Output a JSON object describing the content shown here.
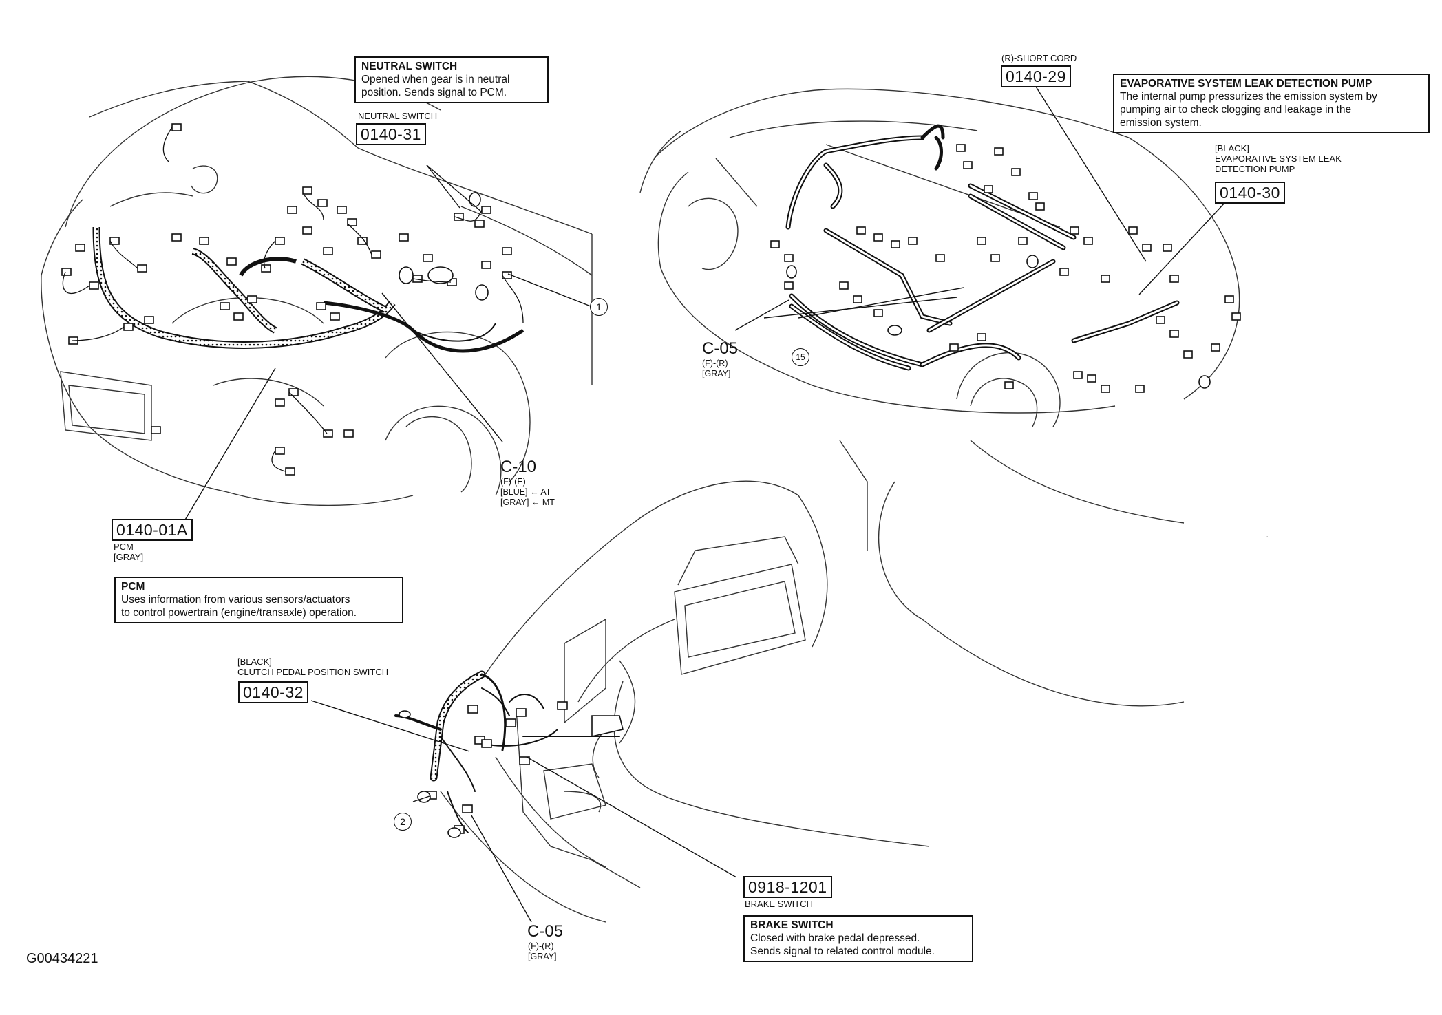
{
  "boxes": {
    "neutral": {
      "title": "NEUTRAL SWITCH",
      "body": "Opened when gear is in neutral\nposition. Sends signal to PCM."
    },
    "evap": {
      "title": "EVAPORATIVE SYSTEM LEAK DETECTION PUMP",
      "body": "The internal pump pressurizes the emission system by\npumping air to check clogging and leakage in the\nemission system."
    },
    "pcm": {
      "title": "PCM",
      "body": "Uses information from various sensors/actuators\nto control powertrain (engine/transaxle) operation."
    },
    "brake": {
      "title": "BRAKE SWITCH",
      "body": "Closed with brake pedal depressed.\nSends signal to related control module."
    }
  },
  "codes": {
    "c0140_31": "0140-31",
    "c0140_29": "0140-29",
    "c0140_30": "0140-30",
    "c0140_01a": "0140-01A",
    "c0140_32": "0140-32",
    "c0918_1201": "0918-1201"
  },
  "labels": {
    "neutral_small": "NEUTRAL SWITCH",
    "short_cord": "(R)-SHORT CORD",
    "evap_small": "[BLACK]\nEVAPORATIVE SYSTEM LEAK\nDETECTION PUMP",
    "pcm_small": "PCM\n[GRAY]",
    "clutch_small": "[BLACK]\nCLUTCH PEDAL POSITION SWITCH",
    "brake_small": "BRAKE SWITCH"
  },
  "connectors": {
    "c10": {
      "name": "C-10",
      "detail": "(F)-(E)\n[BLUE] ← AT\n[GRAY] ← MT"
    },
    "c05_top": {
      "name": "C-05",
      "detail": "(F)-(R)\n[GRAY]"
    },
    "c05_bottom": {
      "name": "C-05",
      "detail": "(F)-(R)\n[GRAY]"
    }
  },
  "callouts": {
    "one": "1",
    "two": "2",
    "fifteen": "15"
  },
  "figure_id": "G00434221"
}
